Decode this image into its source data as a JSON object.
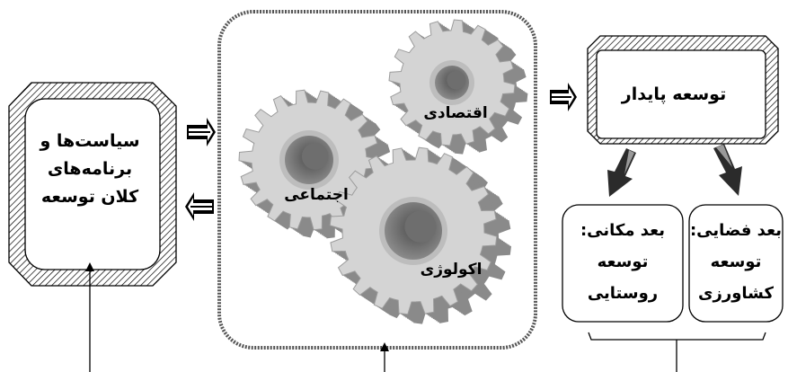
{
  "policies": {
    "line1": "سیاست‌ها و",
    "line2": "برنامه‌های",
    "line3": "کلان توسعه"
  },
  "gears": {
    "economic": "اقتصادی",
    "social": "اجتماعی",
    "ecological": "اکولوژی"
  },
  "sustainable": "توسعه پایدار",
  "spatial_box": {
    "line1": "بعد مکانی:",
    "line2": "توسعه",
    "line3": "روستایی"
  },
  "space_box": {
    "line1": "بعد فضایی:",
    "line2": "توسعه",
    "line3": "کشاورزی"
  },
  "colors": {
    "gear_face": "#d4d4d4",
    "gear_side": "#8a8a8a",
    "gear_hole": "#6e6e6e",
    "stroke": "#000000"
  }
}
